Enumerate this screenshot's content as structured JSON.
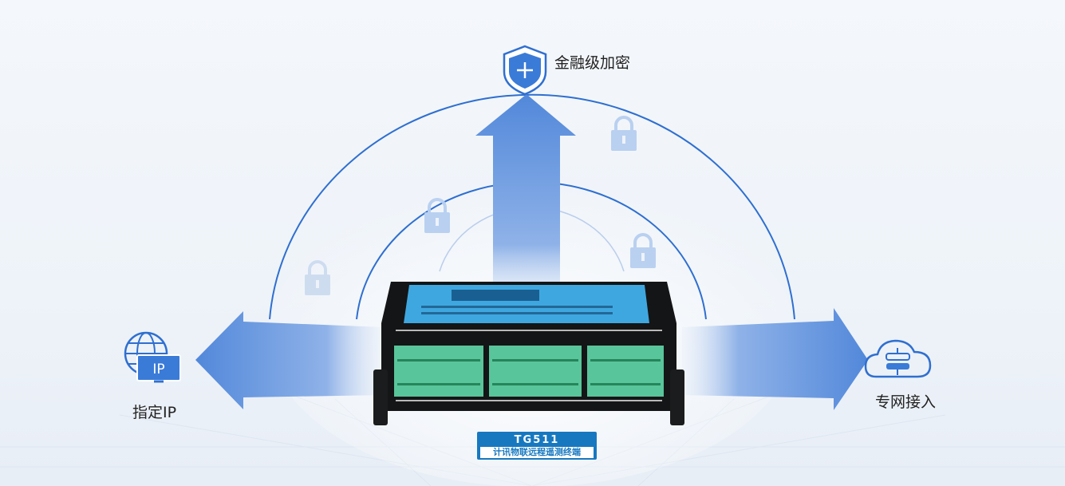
{
  "features": {
    "security": "金融级加密",
    "fixed_ip": "指定IP",
    "private_access": "专网接入"
  },
  "device": {
    "model": "TG511",
    "name": "计讯物联远程遥测终端"
  },
  "icons": {
    "security": "shield-plus-icon",
    "fixed_ip": "globe-ip-monitor-icon",
    "private_access": "cloud-network-icon",
    "locks": "lock-icon"
  },
  "colors": {
    "arrow": "#4f86d6",
    "arc": "#2f6fd0",
    "terminal_block": "#59c59a",
    "panel": "#3fa7df",
    "tag": "#1778c0"
  }
}
